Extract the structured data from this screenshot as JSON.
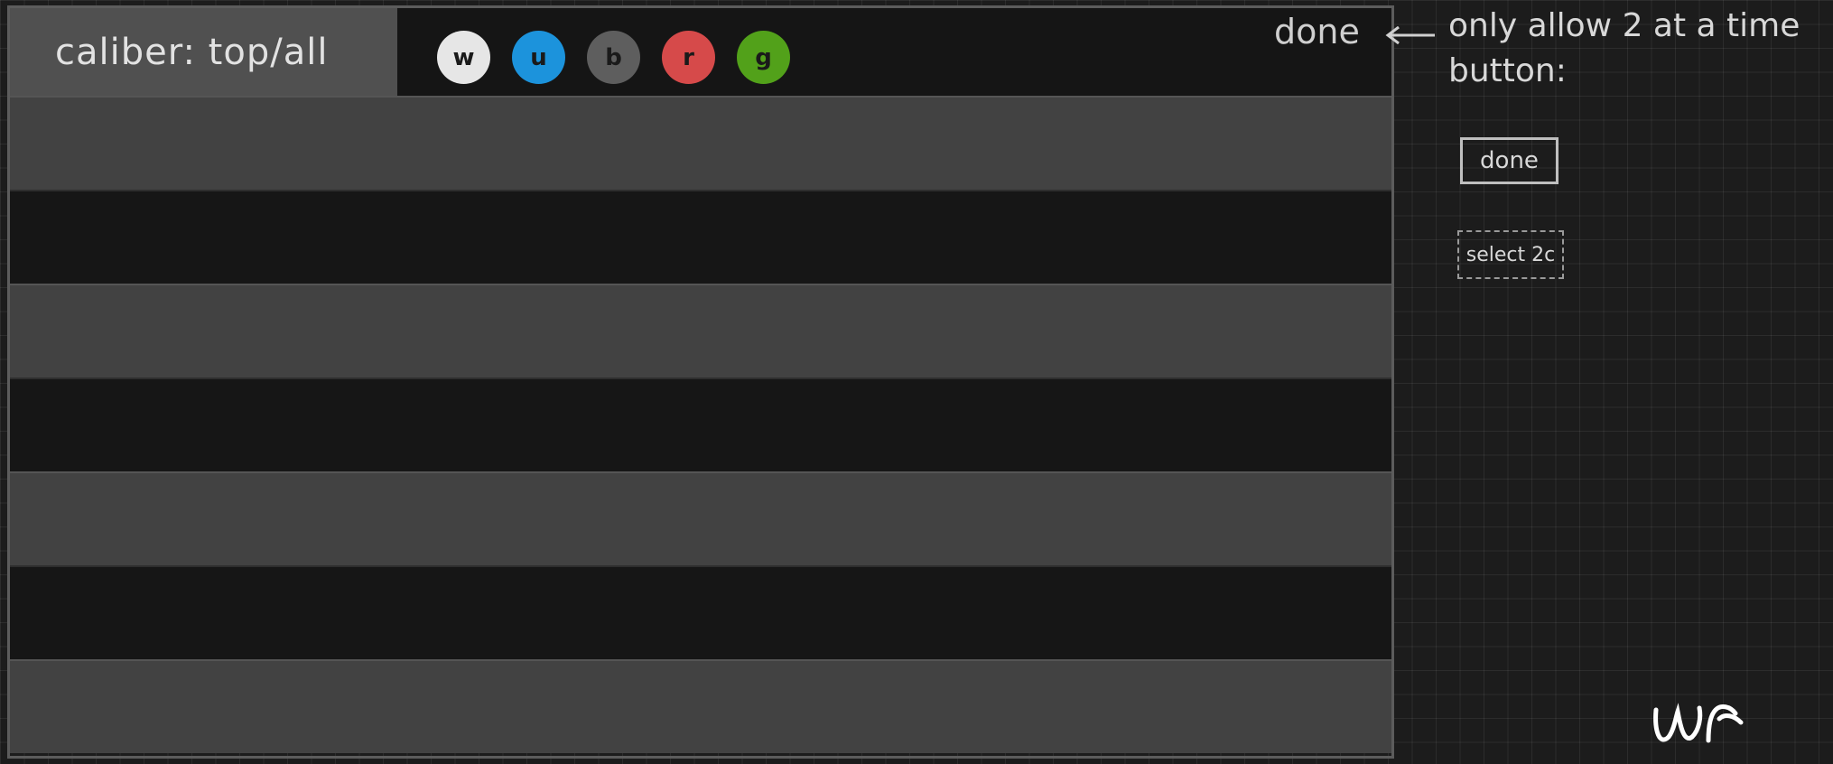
{
  "header": {
    "caliber_label": "caliber: top/all",
    "done_label": "done"
  },
  "color_filters": [
    {
      "letter": "w",
      "color": "#e6e6e6",
      "icon": "white-mana-icon"
    },
    {
      "letter": "u",
      "color": "#1c93dc",
      "icon": "blue-mana-icon"
    },
    {
      "letter": "b",
      "color": "#5e5e5e",
      "icon": "black-mana-icon"
    },
    {
      "letter": "r",
      "color": "#d64a4a",
      "icon": "red-mana-icon"
    },
    {
      "letter": "g",
      "color": "#52a11a",
      "icon": "green-mana-icon"
    }
  ],
  "rows": [
    "light",
    "dark",
    "light",
    "dark",
    "light",
    "dark",
    "light"
  ],
  "annotation": {
    "line1": "only allow 2 at a time",
    "line2": "button:",
    "sample_done": "done",
    "sample_select": "select 2c"
  },
  "signature": "wr"
}
